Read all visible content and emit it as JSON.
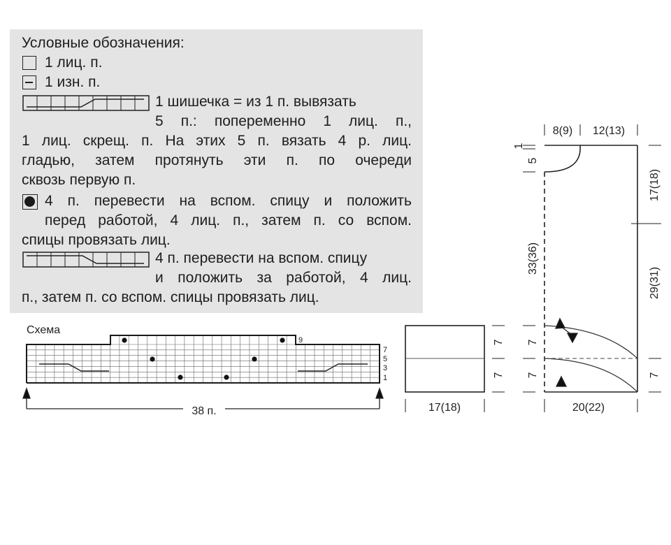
{
  "legend": {
    "title": "Условные обозначения:",
    "items": [
      {
        "symbol": "empty-square-icon",
        "text": "1 лиц. п."
      },
      {
        "symbol": "dash-square-icon",
        "text": "1 изн. п."
      },
      {
        "symbol": "bobble-strip-icon",
        "lines": [
          "1 шишечка = из 1 п. вывязать",
          "5 п.: попеременно 1 лиц. п.,",
          "1 лиц. скрещ. п. На этих 5 п. вязать 4 р. лиц.",
          "гладью, затем протянуть эти п. по очереди",
          "сквозь первую п."
        ]
      },
      {
        "symbol": "filled-dot-square-icon",
        "lines": [
          "4 п. перевести на вспом. спицу и положить",
          "перед работой, 4 лиц. п., затем п. со вспом.",
          "спицы провязать лиц."
        ]
      },
      {
        "symbol": "cable-right-strip-icon",
        "lines": [
          "4 п. перевести на вспом. спицу",
          "и положить за работой, 4 лиц.",
          "п., затем п. со вспом. спицы провязать лиц."
        ]
      }
    ]
  },
  "schema": {
    "title": "Схема",
    "stitch_count_label": "38 п.",
    "row_labels": [
      "9",
      "7",
      "5",
      "3",
      "1"
    ]
  },
  "pattern": {
    "sleeve_width": "17(18)",
    "sleeve_bands": [
      "7",
      "7"
    ],
    "neck_width": "8(9)",
    "shoulder_width": "12(13)",
    "neck_depth": "5",
    "neck_top": "1",
    "back_length": "33(36)",
    "armhole_height": "17(18)",
    "side_length": "29(31)",
    "lower_bands": [
      "7",
      "7"
    ],
    "right_band": "7",
    "bottom_width": "20(22)"
  },
  "colors": {
    "panel": "#e4e4e4",
    "ink": "#222222"
  }
}
